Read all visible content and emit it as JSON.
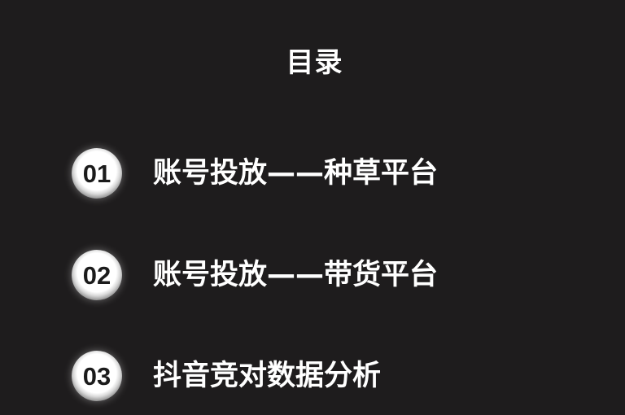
{
  "title": "目录",
  "items": [
    {
      "number": "01",
      "label": "账号投放——种草平台"
    },
    {
      "number": "02",
      "label": "账号投放——带货平台"
    },
    {
      "number": "03",
      "label": "抖音竞对数据分析"
    }
  ],
  "colors": {
    "background": "#1e1c1d",
    "text": "#ffffff",
    "badge": "#ffffff",
    "badge_number": "#1b1b1b"
  }
}
